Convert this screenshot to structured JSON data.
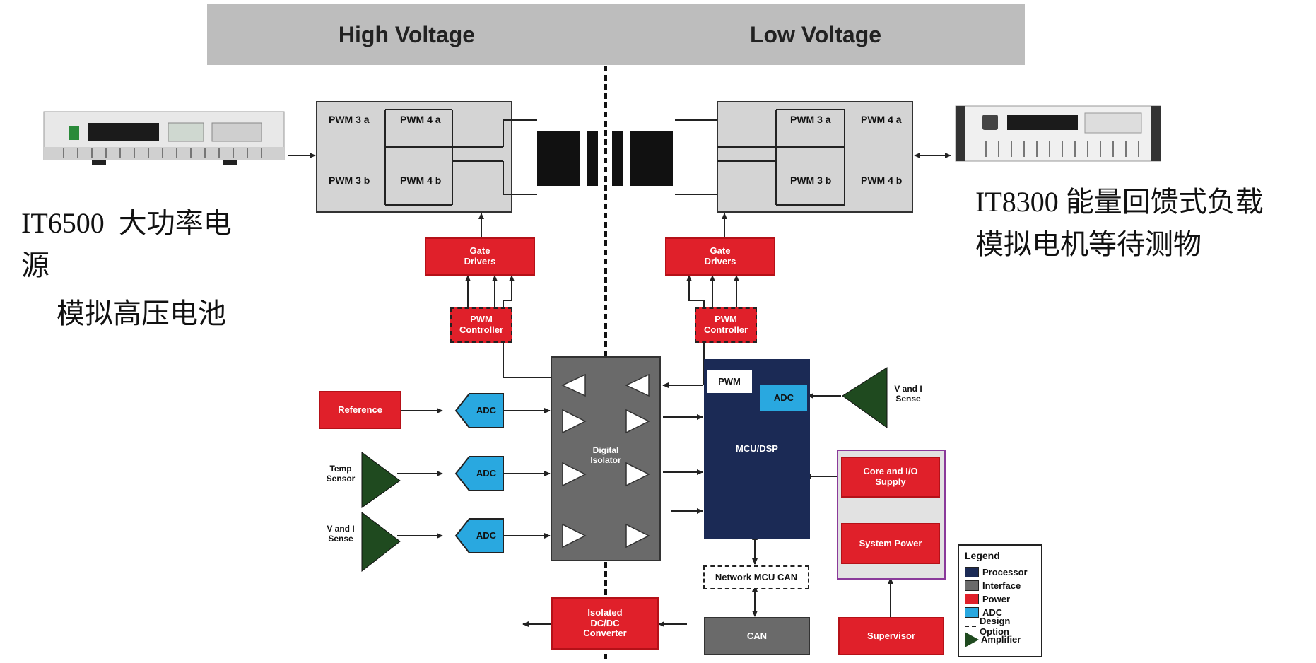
{
  "header": {
    "high_voltage": "High Voltage",
    "low_voltage": "Low Voltage"
  },
  "devices": {
    "left_caption_line1": "IT6500  大功率电",
    "left_caption_line2": "源",
    "left_caption_line3": "模拟高压电池",
    "right_caption_line1": "IT8300 能量回馈式负载",
    "right_caption_line2": "模拟电机等待测物"
  },
  "bridges": {
    "left": {
      "tl": "PWM 3 a",
      "tr": "PWM 4 a",
      "bl": "PWM 3 b",
      "br": "PWM 4 b"
    },
    "right": {
      "tl": "PWM 3 a",
      "tr": "PWM 4 a",
      "bl": "PWM 3 b",
      "br": "PWM 4 b"
    }
  },
  "blocks": {
    "gate_drivers_left": "Gate\nDrivers",
    "gate_drivers_right": "Gate\nDrivers",
    "pwm_ctrl_left": "PWM\nController",
    "pwm_ctrl_right": "PWM\nController",
    "reference": "Reference",
    "adc1": "ADC",
    "adc2": "ADC",
    "adc3": "ADC",
    "temp_sensor": "Temp\nSensor",
    "v_and_i_sense_left": "V and I\nSense",
    "digital_isolator": "Digital\nIsolator",
    "pwm": "PWM",
    "adc_mcu": "ADC",
    "mcu_dsp": "MCU/DSP",
    "v_and_i_sense_right": "V and I\nSense",
    "core_io_supply": "Core and I/O\nSupply",
    "system_power": "System Power",
    "network_mcu_can": "Network MCU CAN",
    "can": "CAN",
    "supervisor": "Supervisor",
    "isolated_dcdc": "Isolated\nDC/DC\nConverter"
  },
  "legend": {
    "title": "Legend",
    "items": [
      {
        "label": "Processor",
        "color": "#1b2a55",
        "kind": "square"
      },
      {
        "label": "Interface",
        "color": "#6a6a6a",
        "kind": "square"
      },
      {
        "label": "Power",
        "color": "#e0202a",
        "kind": "square"
      },
      {
        "label": "ADC",
        "color": "#29a8e0",
        "kind": "square"
      },
      {
        "label": "Design Option",
        "color": "#222222",
        "kind": "dash"
      },
      {
        "label": "Amplifier",
        "color": "#1f4a1f",
        "kind": "triangle"
      }
    ]
  }
}
